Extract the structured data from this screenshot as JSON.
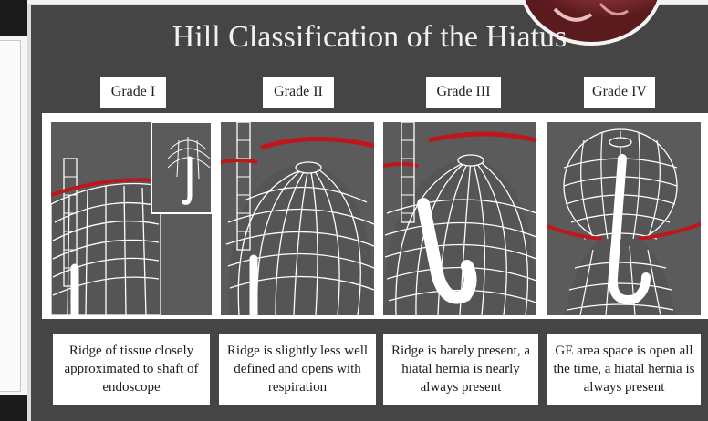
{
  "title": "Hill Classification of the Hiatus",
  "grades": [
    {
      "label": "Grade I",
      "caption": "Ridge of tissue closely approximated to shaft of endoscope"
    },
    {
      "label": "Grade II",
      "caption": "Ridge is slightly less well defined and opens with respiration"
    },
    {
      "label": "Grade III",
      "caption": "Ridge is barely present, a hiatal hernia is nearly always present"
    },
    {
      "label": "Grade IV",
      "caption": "GE area space is open all the time, a hiatal hernia is always present"
    }
  ],
  "colors": {
    "slide_bg": "#454545",
    "diagram_bg": "#5b5b5b",
    "ridge": "#c0161b",
    "mesh": "#ffffff"
  }
}
